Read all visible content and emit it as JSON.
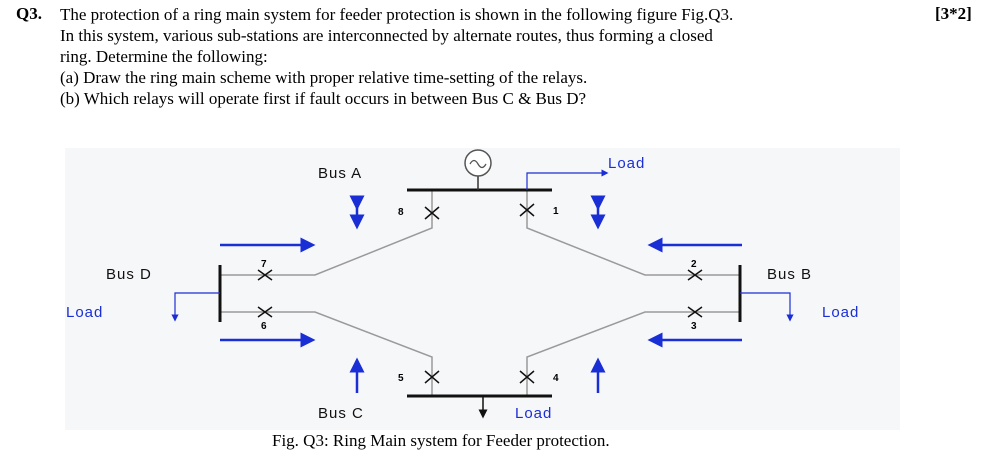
{
  "question": {
    "number": "Q3.",
    "marks": "[3*2]",
    "lines": [
      "The protection of a ring main system for feeder protection is shown in the following figure Fig.Q3.",
      "In this system, various sub-stations are interconnected by alternate routes, thus forming a closed",
      "ring. Determine the following:",
      "(a) Draw the ring main scheme with proper relative time-setting of the relays.",
      "(b) Which relays will operate first if fault occurs in between Bus C & Bus D?"
    ]
  },
  "figure": {
    "buses": {
      "a": "Bus A",
      "b": "Bus B",
      "c": "Bus C",
      "d": "Bus D"
    },
    "load_label": "Load",
    "relays": [
      "1",
      "2",
      "3",
      "4",
      "5",
      "6",
      "7",
      "8"
    ],
    "caption": "Fig. Q3: Ring Main system for Feeder protection.",
    "colors": {
      "arrow": "#1a2ed6",
      "line": "#9a9a9a",
      "background": "#f6f7f9"
    }
  }
}
